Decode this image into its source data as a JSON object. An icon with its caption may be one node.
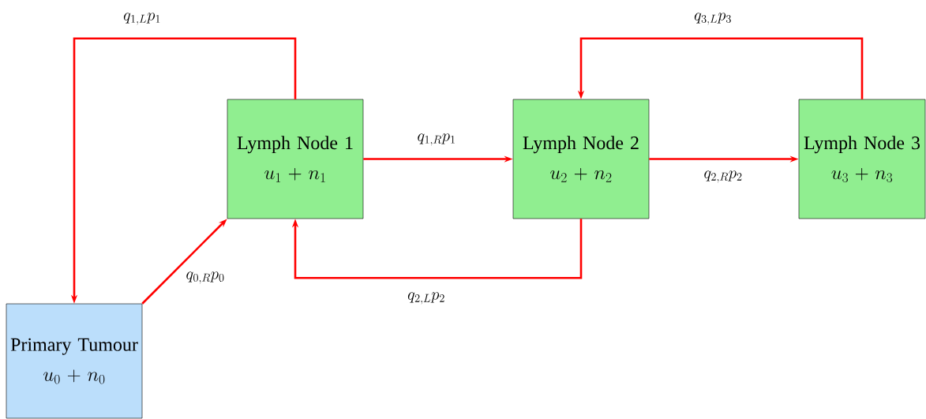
{
  "diagram": {
    "nodes": [
      {
        "text": [
          "Primary Tumour",
          "u_{0} + n_{0}"
        ]
      },
      {
        "text": [
          "Lymph Node 1",
          "u_{1} + n_{1}"
        ]
      },
      {
        "text": [
          "Lymph Node 2",
          "u_{2} + n_{2}"
        ]
      },
      {
        "text": [
          "Lymph Node 3",
          "u_{3} + n_{3}"
        ]
      }
    ],
    "edges": [
      {
        "from": 0,
        "to": 1,
        "arrow": "to",
        "label": "q_{0,R}p_{0}"
      },
      {
        "from": 1,
        "to": 2,
        "arrow": "to",
        "label": "q_{1,R}p_{1}"
      },
      {
        "from": 2,
        "to": 3,
        "arrow": "to",
        "label": "q_{2,R}p_{2}"
      },
      {
        "from": 1,
        "to": 0,
        "arrow": "to",
        "label": "q_{1,L}p_{1}"
      },
      {
        "from": 2,
        "to": 1,
        "arrow": "to",
        "label": "q_{2,L}p_{2}"
      },
      {
        "from": 3,
        "to": 2,
        "arrow": "to",
        "label": "q_{3,L}p_{3}"
      }
    ]
  }
}
